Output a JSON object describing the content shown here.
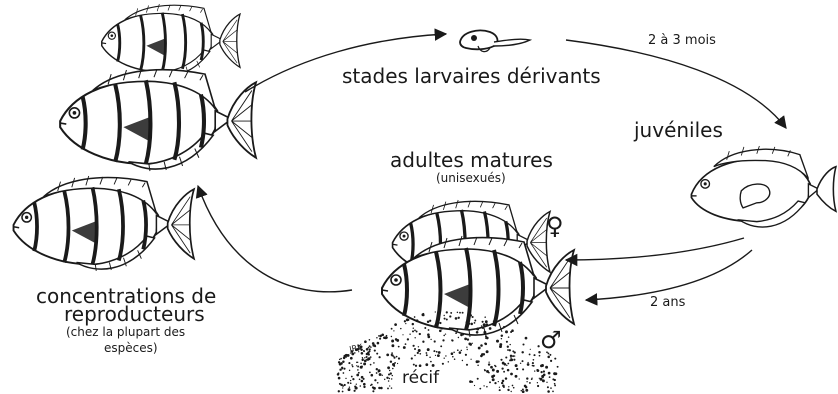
{
  "labels": {
    "larval": "stades larvaires dérivants",
    "juveniles": "juvéniles",
    "adults": "adultes matures",
    "adults_sub": "(unisexués)",
    "breeders_line1": "concentrations de",
    "breeders_line2": "reproducteurs",
    "breeders_sub_line1": "(chez la plupart des",
    "breeders_sub_line2": "espèces)",
    "reef": "récif",
    "duration_larval": "2 à 3 mois",
    "duration_adult": "2 ans",
    "female_symbol": "♀",
    "male_symbol": "♂",
    "artist_mark": "JRK"
  },
  "colors": {
    "line": "#1a1a1a",
    "background": "#ffffff"
  },
  "icons": {
    "fish_striped": "striped-fish-icon",
    "larva": "larva-icon",
    "juvenile": "juvenile-fish-icon",
    "reef": "reef-rubble-icon",
    "female": "female-symbol-icon",
    "male": "male-symbol-icon"
  }
}
